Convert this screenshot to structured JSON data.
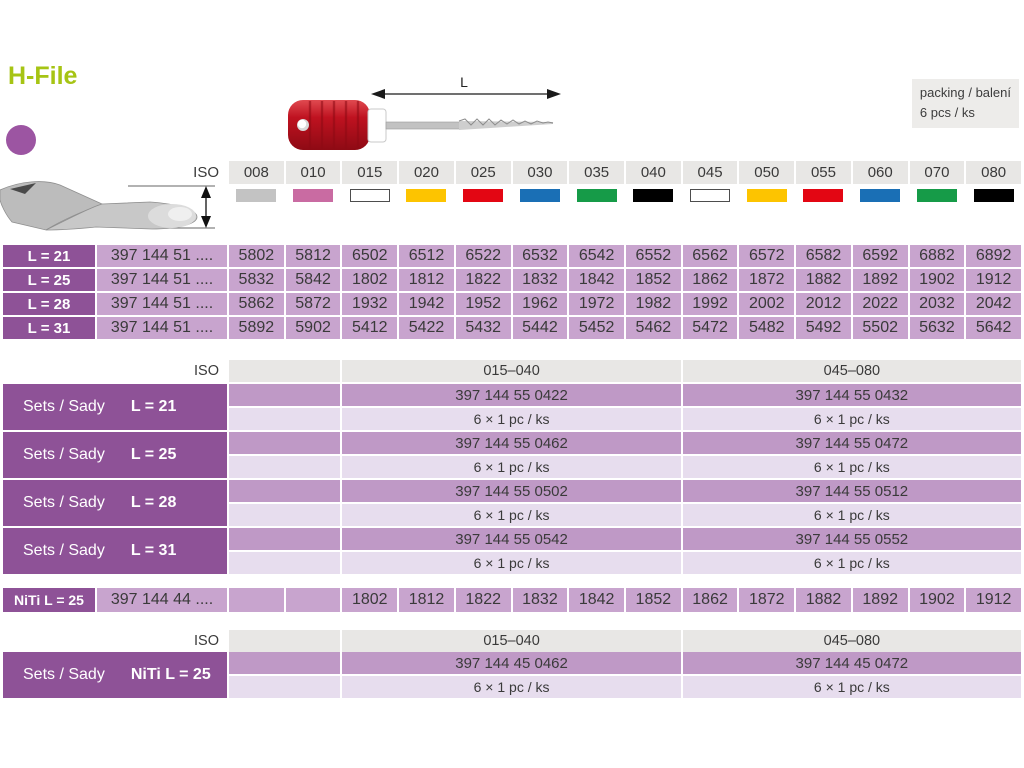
{
  "page": {
    "title": "H-File",
    "packing_line1": "packing / balení",
    "packing_line2": "6 pcs / ks",
    "dimension_label": "L"
  },
  "iso_sizes": [
    {
      "code": "008",
      "color": "#c3c3c3",
      "border": "#c3c3c3"
    },
    {
      "code": "010",
      "color": "#c96ba2",
      "border": "#c96ba2"
    },
    {
      "code": "015",
      "color": "#ffffff",
      "border": "#4d4d4d"
    },
    {
      "code": "020",
      "color": "#fdc400",
      "border": "#fdc400"
    },
    {
      "code": "025",
      "color": "#e30613",
      "border": "#e30613"
    },
    {
      "code": "030",
      "color": "#1a6fb5",
      "border": "#1a6fb5"
    },
    {
      "code": "035",
      "color": "#169b48",
      "border": "#169b48"
    },
    {
      "code": "040",
      "color": "#000000",
      "border": "#000000"
    },
    {
      "code": "045",
      "color": "#ffffff",
      "border": "#4d4d4d"
    },
    {
      "code": "050",
      "color": "#fdc400",
      "border": "#fdc400"
    },
    {
      "code": "055",
      "color": "#e30613",
      "border": "#e30613"
    },
    {
      "code": "060",
      "color": "#1a6fb5",
      "border": "#1a6fb5"
    },
    {
      "code": "070",
      "color": "#169b48",
      "border": "#169b48"
    },
    {
      "code": "080",
      "color": "#000000",
      "border": "#000000"
    }
  ],
  "iso_header": {
    "label": "ISO"
  },
  "main_table": {
    "rows": [
      {
        "label": "L = 21",
        "code_prefix": "397 144 51 ....",
        "values": [
          "5802",
          "5812",
          "6502",
          "6512",
          "6522",
          "6532",
          "6542",
          "6552",
          "6562",
          "6572",
          "6582",
          "6592",
          "6882",
          "6892"
        ]
      },
      {
        "label": "L = 25",
        "code_prefix": "397 144 51 ....",
        "values": [
          "5832",
          "5842",
          "1802",
          "1812",
          "1822",
          "1832",
          "1842",
          "1852",
          "1862",
          "1872",
          "1882",
          "1892",
          "1902",
          "1912"
        ]
      },
      {
        "label": "L = 28",
        "code_prefix": "397 144 51 ....",
        "values": [
          "5862",
          "5872",
          "1932",
          "1942",
          "1952",
          "1962",
          "1972",
          "1982",
          "1992",
          "2002",
          "2012",
          "2022",
          "2032",
          "2042"
        ]
      },
      {
        "label": "L = 31",
        "code_prefix": "397 144 51 ....",
        "values": [
          "5892",
          "5902",
          "5412",
          "5422",
          "5432",
          "5442",
          "5452",
          "5462",
          "5472",
          "5482",
          "5492",
          "5502",
          "5632",
          "5642"
        ]
      }
    ]
  },
  "sets": {
    "iso_label": "ISO",
    "range1": "015–040",
    "range2": "045–080",
    "blocks": [
      {
        "prefix": "Sets / Sady",
        "size": "L = 21",
        "code1": "397 144 55 0422",
        "pack1": "6 × 1 pc / ks",
        "code2": "397 144 55 0432",
        "pack2": "6 × 1 pc / ks"
      },
      {
        "prefix": "Sets / Sady",
        "size": "L = 25",
        "code1": "397 144 55 0462",
        "pack1": "6 × 1 pc / ks",
        "code2": "397 144 55 0472",
        "pack2": "6 × 1 pc / ks"
      },
      {
        "prefix": "Sets / Sady",
        "size": "L = 28",
        "code1": "397 144 55 0502",
        "pack1": "6 × 1 pc / ks",
        "code2": "397 144 55 0512",
        "pack2": "6 × 1 pc / ks"
      },
      {
        "prefix": "Sets / Sady",
        "size": "L = 31",
        "code1": "397 144 55 0542",
        "pack1": "6 × 1 pc / ks",
        "code2": "397 144 55 0552",
        "pack2": "6 × 1 pc / ks"
      }
    ]
  },
  "niti": {
    "label": "NiTi  L = 25",
    "code_prefix": "397 144 44 ....",
    "values": [
      "",
      "",
      "1802",
      "1812",
      "1822",
      "1832",
      "1842",
      "1852",
      "1862",
      "1872",
      "1882",
      "1892",
      "1902",
      "1912"
    ]
  },
  "niti_sets": {
    "iso_label": "ISO",
    "range1": "015–040",
    "range2": "045–080",
    "block": {
      "prefix": "Sets / Sady",
      "size": "NiTi  L = 25",
      "code1": "397 144 45 0462",
      "pack1": "6 × 1 pc / ks",
      "code2": "397 144 45 0472",
      "pack2": "6 × 1 pc / ks"
    }
  }
}
